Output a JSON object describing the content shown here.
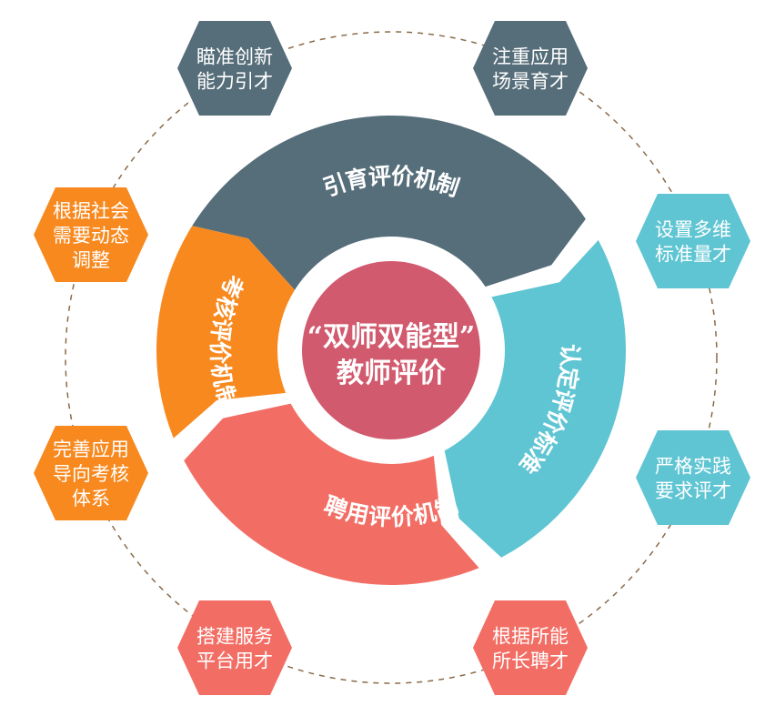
{
  "colors": {
    "slate": "#566e7a",
    "cyan": "#5fc5d3",
    "coral": "#f26e65",
    "orange": "#f7891f",
    "center": "#d15a6e",
    "dashed_circle": "#8a6a48"
  },
  "center": {
    "line1": "“双师双能型”",
    "line2": "教师评价"
  },
  "ring": [
    {
      "label": "引育评价机制",
      "color": "#566e7a"
    },
    {
      "label": "认定评价标准",
      "color": "#5fc5d3"
    },
    {
      "label": "聘用评价机制",
      "color": "#f26e65"
    },
    {
      "label": "考核评价机制",
      "color": "#f7891f"
    }
  ],
  "hexagons": [
    {
      "lines": [
        "瞄准创新",
        "能力引才"
      ],
      "color": "#566e7a"
    },
    {
      "lines": [
        "注重应用",
        "场景育才"
      ],
      "color": "#566e7a"
    },
    {
      "lines": [
        "设置多维",
        "标准量才"
      ],
      "color": "#5fc5d3"
    },
    {
      "lines": [
        "严格实践",
        "要求评才"
      ],
      "color": "#5fc5d3"
    },
    {
      "lines": [
        "根据所能",
        "所长聘才"
      ],
      "color": "#f26e65"
    },
    {
      "lines": [
        "搭建服务",
        "平台用才"
      ],
      "color": "#f26e65"
    },
    {
      "lines": [
        "完善应用",
        "导向考核",
        "体系"
      ],
      "color": "#f7891f"
    },
    {
      "lines": [
        "根据社会",
        "需要动态",
        "调整"
      ],
      "color": "#f7891f"
    }
  ]
}
